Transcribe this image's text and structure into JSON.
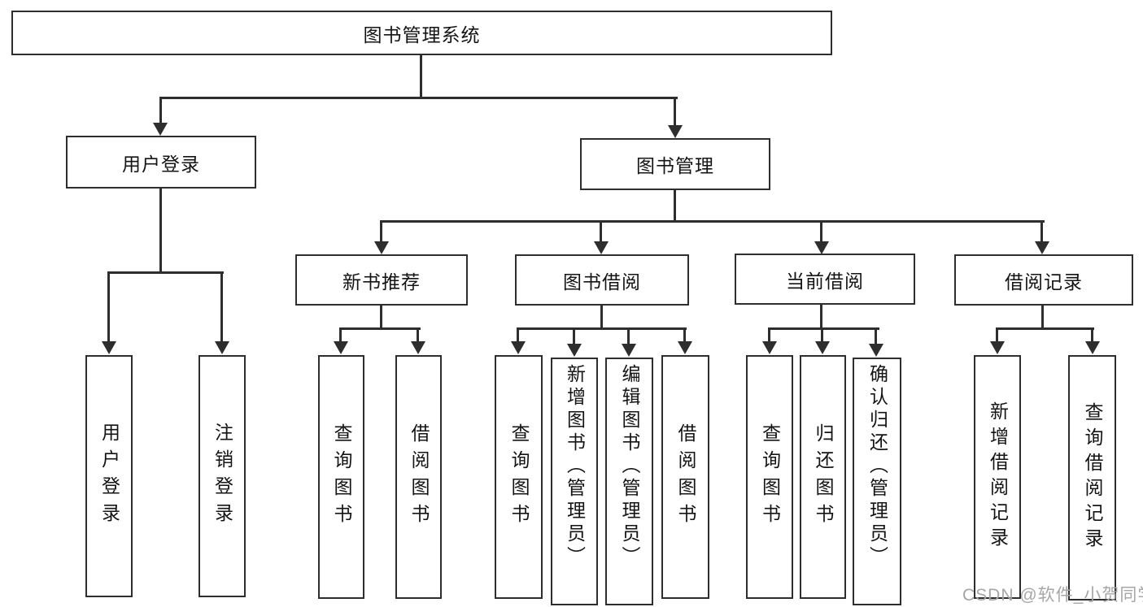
{
  "tree": {
    "label": "图书管理系统",
    "children": [
      {
        "label": "用户登录",
        "children": [
          {
            "label": "用户登录"
          },
          {
            "label": "注销登录"
          }
        ]
      },
      {
        "label": "图书管理",
        "children": [
          {
            "label": "新书推荐",
            "children": [
              {
                "label": "查询图书"
              },
              {
                "label": "借阅图书"
              }
            ]
          },
          {
            "label": "图书借阅",
            "children": [
              {
                "label": "查询图书"
              },
              {
                "label": "新增图书（管理员）"
              },
              {
                "label": "编辑图书（管理员）"
              },
              {
                "label": "借阅图书"
              }
            ]
          },
          {
            "label": "当前借阅",
            "children": [
              {
                "label": "查询图书"
              },
              {
                "label": "归还图书"
              },
              {
                "label": "确认归还（管理员）"
              }
            ]
          },
          {
            "label": "借阅记录",
            "children": [
              {
                "label": "新增借阅记录"
              },
              {
                "label": "查询借阅记录"
              }
            ]
          }
        ]
      }
    ]
  },
  "watermark": "CSDN @软件_小贺同学",
  "colors": {
    "line": "#2e2e2e",
    "text": "#141414",
    "watermark": "#a6a6a6",
    "background": "#ffffff"
  }
}
